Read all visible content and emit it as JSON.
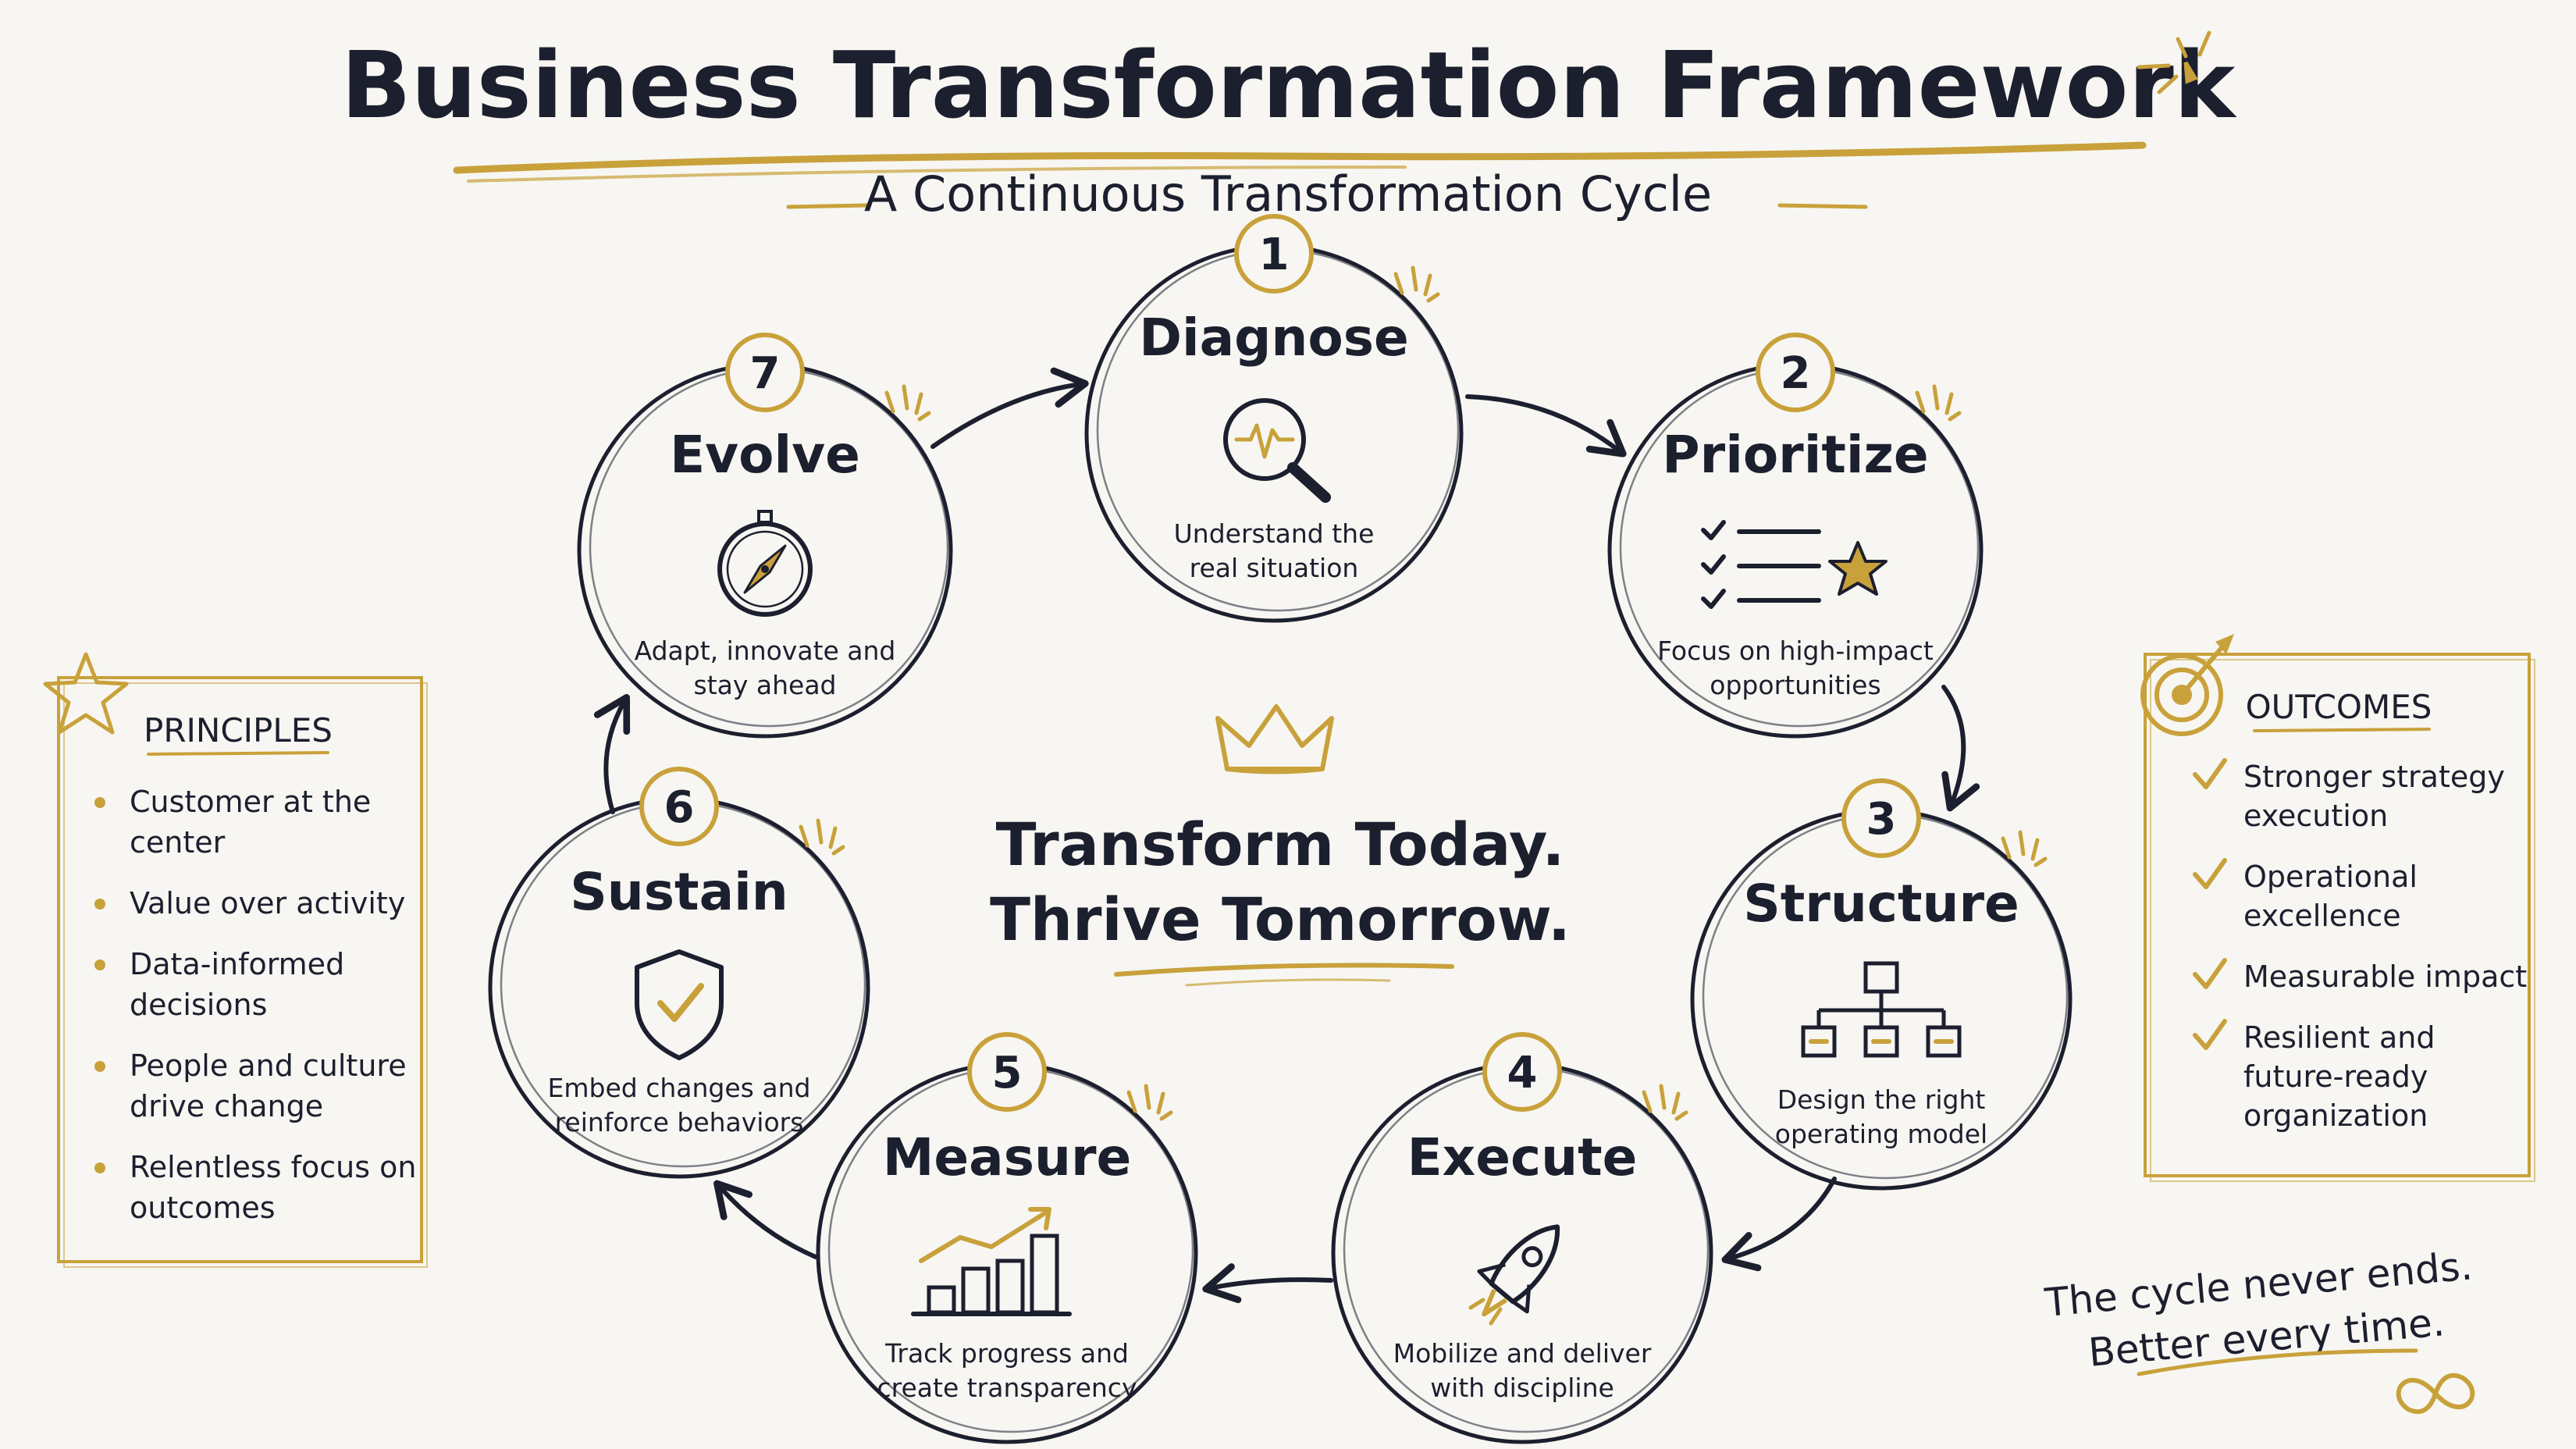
{
  "header": {
    "title": "Business Transformation Framework",
    "subtitle": "A Continuous Transformation Cycle"
  },
  "center": {
    "line1": "Transform Today.",
    "line2": "Thrive Tomorrow."
  },
  "steps": [
    {
      "number": "1",
      "title": "Diagnose",
      "desc1": "Understand the",
      "desc2": "real situation",
      "icon": "magnifier-pulse-icon"
    },
    {
      "number": "2",
      "title": "Prioritize",
      "desc1": "Focus on high-impact",
      "desc2": "opportunities",
      "icon": "checklist-star-icon"
    },
    {
      "number": "3",
      "title": "Structure",
      "desc1": "Design the right",
      "desc2": "operating model",
      "icon": "org-chart-icon"
    },
    {
      "number": "4",
      "title": "Execute",
      "desc1": "Mobilize and deliver",
      "desc2": "with discipline",
      "icon": "rocket-icon"
    },
    {
      "number": "5",
      "title": "Measure",
      "desc1": "Track progress and",
      "desc2": "create transparency",
      "icon": "bar-chart-icon"
    },
    {
      "number": "6",
      "title": "Sustain",
      "desc1": "Embed changes and",
      "desc2": "reinforce behaviors",
      "icon": "shield-check-icon"
    },
    {
      "number": "7",
      "title": "Evolve",
      "desc1": "Adapt, innovate and",
      "desc2": "stay ahead",
      "icon": "compass-icon"
    }
  ],
  "principles": {
    "title": "PRINCIPLES",
    "items": [
      [
        "Customer at the",
        "center"
      ],
      [
        "Value over activity"
      ],
      [
        "Data-informed",
        "decisions"
      ],
      [
        "People and culture",
        "drive change"
      ],
      [
        "Relentless focus on",
        "outcomes"
      ]
    ]
  },
  "outcomes": {
    "title": "OUTCOMES",
    "items": [
      [
        "Stronger strategy",
        "execution"
      ],
      [
        "Operational",
        "excellence"
      ],
      [
        "Measurable impact"
      ],
      [
        "Resilient and",
        "future-ready",
        "organization"
      ]
    ]
  },
  "footer": {
    "line1": "The cycle never ends.",
    "line2": "Better every time."
  },
  "colors": {
    "ink": "#1c1f2e",
    "gold": "#c9a13b",
    "background": "#f7f6f2"
  }
}
